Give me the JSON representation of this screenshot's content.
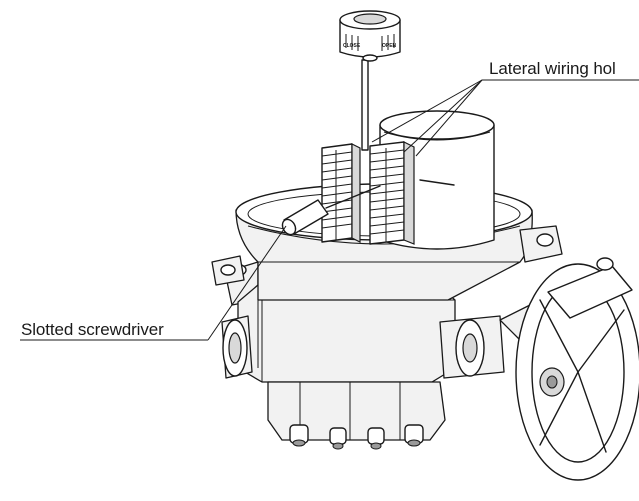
{
  "callouts": {
    "lateral_wiring": "Lateral wiring hol",
    "slotted_screwdriver": "Slotted screwdriver"
  },
  "dial": {
    "close": "CLOSE",
    "open": "OPEN"
  }
}
